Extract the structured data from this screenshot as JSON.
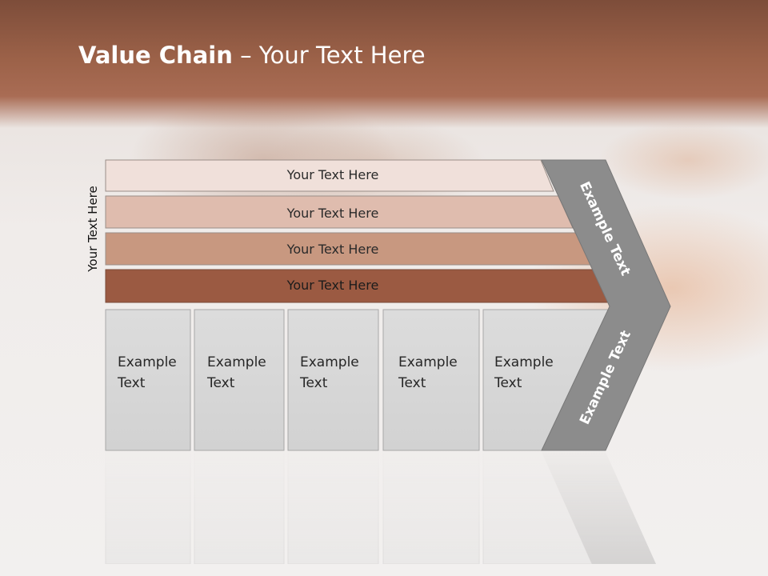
{
  "slide": {
    "title_bold": "Value Chain",
    "title_rest": " – Your Text Here",
    "vertical_label": "Your Text Here"
  },
  "bars": [
    {
      "label": "Your Text Here",
      "color": "#f0e0da"
    },
    {
      "label": "Your Text Here",
      "color": "#dfbcae"
    },
    {
      "label": "Your Text Here",
      "color": "#c89880"
    },
    {
      "label": "Your Text Here",
      "color": "#9b5a42"
    }
  ],
  "columns": [
    {
      "line1": "Example",
      "line2": "Text"
    },
    {
      "line1": "Example",
      "line2": "Text"
    },
    {
      "line1": "Example",
      "line2": "Text"
    },
    {
      "line1": "Example",
      "line2": "Text"
    },
    {
      "line1": "Example",
      "line2": "Text"
    }
  ],
  "chevron": {
    "upper_label": "Example Text",
    "lower_label": "Example Text",
    "color": "#8c8c8c"
  }
}
